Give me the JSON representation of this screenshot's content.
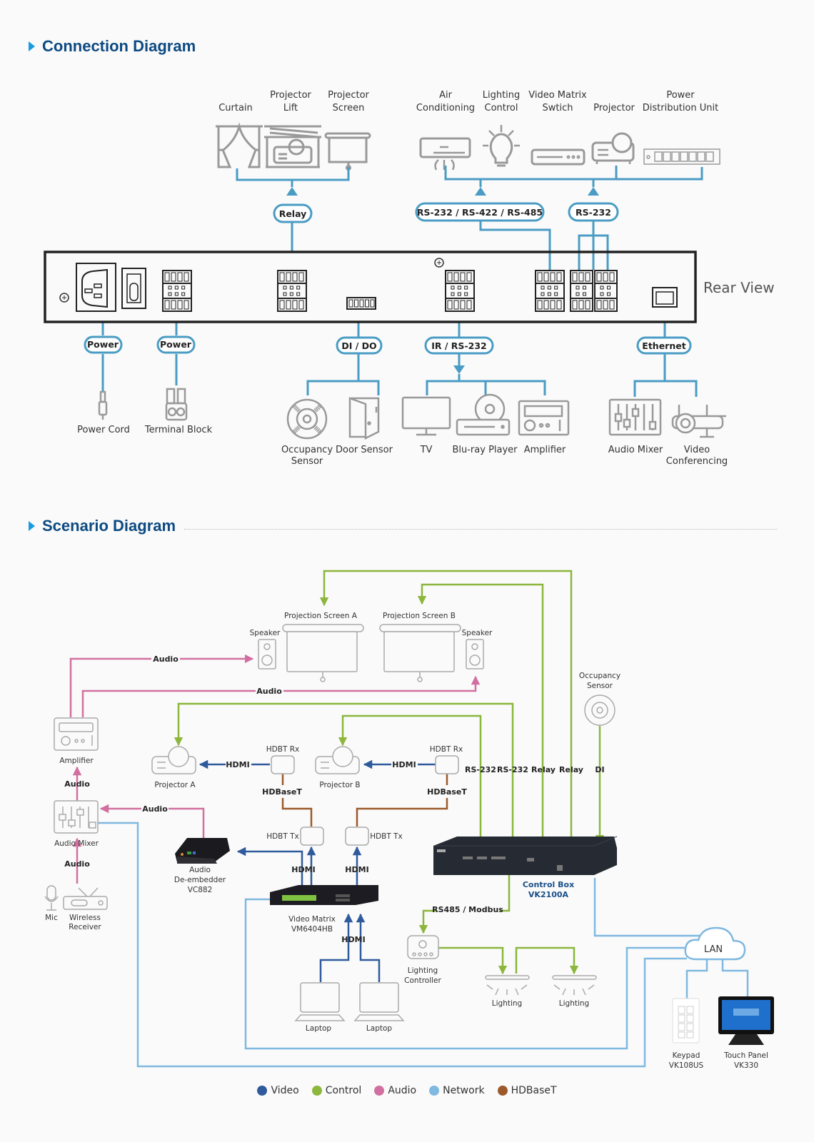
{
  "connection_diagram": {
    "title": "Connection Diagram",
    "rear_view_label": "Rear View",
    "top_relay_devices": [
      {
        "name": "Curtain",
        "icon": "curtain-icon"
      },
      {
        "name": "Projector Lift",
        "line1": "Projector",
        "line2": "Lift",
        "icon": "projector-lift-icon"
      },
      {
        "name": "Projector Screen",
        "line1": "Projector",
        "line2": "Screen",
        "icon": "projector-screen-icon"
      }
    ],
    "top_serial_devices": [
      {
        "line1": "Air",
        "line2": "Conditioning",
        "icon": "air-conditioner-icon"
      },
      {
        "line1": "Lighting",
        "line2": "Control",
        "icon": "light-bulb-icon"
      },
      {
        "line1": "Video Matrix",
        "line2": "Swtich",
        "icon": "video-matrix-icon"
      },
      {
        "line1": "",
        "line2": "Projector",
        "icon": "projector-icon"
      },
      {
        "line1": "Power",
        "line2": "Distribution Unit",
        "icon": "pdu-icon"
      }
    ],
    "top_ports": {
      "relay": "Relay",
      "serial_multi": "RS-232 / RS-422 / RS-485",
      "serial": "RS-232"
    },
    "bottom_ports": {
      "power1": "Power",
      "power2": "Power",
      "dido": "DI / DO",
      "ir": "IR / RS-232",
      "ethernet": "Ethernet"
    },
    "bottom_devices": {
      "power_cord": "Power Cord",
      "terminal_block": "Terminal Block",
      "occupancy_sensor": [
        "Occupancy",
        "Sensor"
      ],
      "door_sensor": "Door Sensor",
      "tv": "TV",
      "bluray": "Blu-ray Player",
      "amplifier": "Amplifier",
      "audio_mixer": "Audio Mixer",
      "video_conf": [
        "Video",
        "Conferencing"
      ]
    }
  },
  "scenario_diagram": {
    "title": "Scenario Diagram",
    "projection_screen_a": "Projection Screen A",
    "projection_screen_b": "Projection Screen B",
    "speaker": "Speaker",
    "occupancy_sensor": [
      "Occupancy",
      "Sensor"
    ],
    "amplifier": "Amplifier",
    "audio_mixer": "Audio Mixer",
    "mic": "Mic",
    "wireless_receiver": [
      "Wireless",
      "Receiver"
    ],
    "projector_a": "Projector A",
    "projector_b": "Projector B",
    "hdbt_rx": "HDBT Rx",
    "hdbt_tx": "HDBT Tx",
    "audio_deembedder": [
      "Audio",
      "De-embedder",
      "VC882"
    ],
    "video_matrix": [
      "Video Matrix",
      "VM6404HB"
    ],
    "laptop": "Laptop",
    "control_box": [
      "Control Box",
      "VK2100A"
    ],
    "lighting_controller": [
      "Lighting",
      "Controller"
    ],
    "lighting": "Lighting",
    "lan": "LAN",
    "keypad": [
      "Keypad",
      "VK108US"
    ],
    "touch_panel": [
      "Touch Panel",
      "VK330"
    ],
    "link_labels": {
      "audio": "Audio",
      "hdmi": "HDMI",
      "hdbaset": "HDBaseT",
      "rs232": "RS-232",
      "relay": "Relay",
      "di": "DI",
      "rs485": "RS485 / Modbus"
    },
    "legend": [
      {
        "label": "Video",
        "color": "#2f5a9c"
      },
      {
        "label": "Control",
        "color": "#8cb63c"
      },
      {
        "label": "Audio",
        "color": "#d170a0"
      },
      {
        "label": "Network",
        "color": "#7fb8e0"
      },
      {
        "label": "HDBaseT",
        "color": "#9c5a2c"
      }
    ]
  },
  "colors": {
    "connection_line": "#4a9cc4",
    "video": "#2f5a9c",
    "control": "#8cb63c",
    "audio": "#d170a0",
    "network": "#7fb8e0",
    "hdbaset": "#9c5a2c",
    "title": "#0d4a82"
  }
}
